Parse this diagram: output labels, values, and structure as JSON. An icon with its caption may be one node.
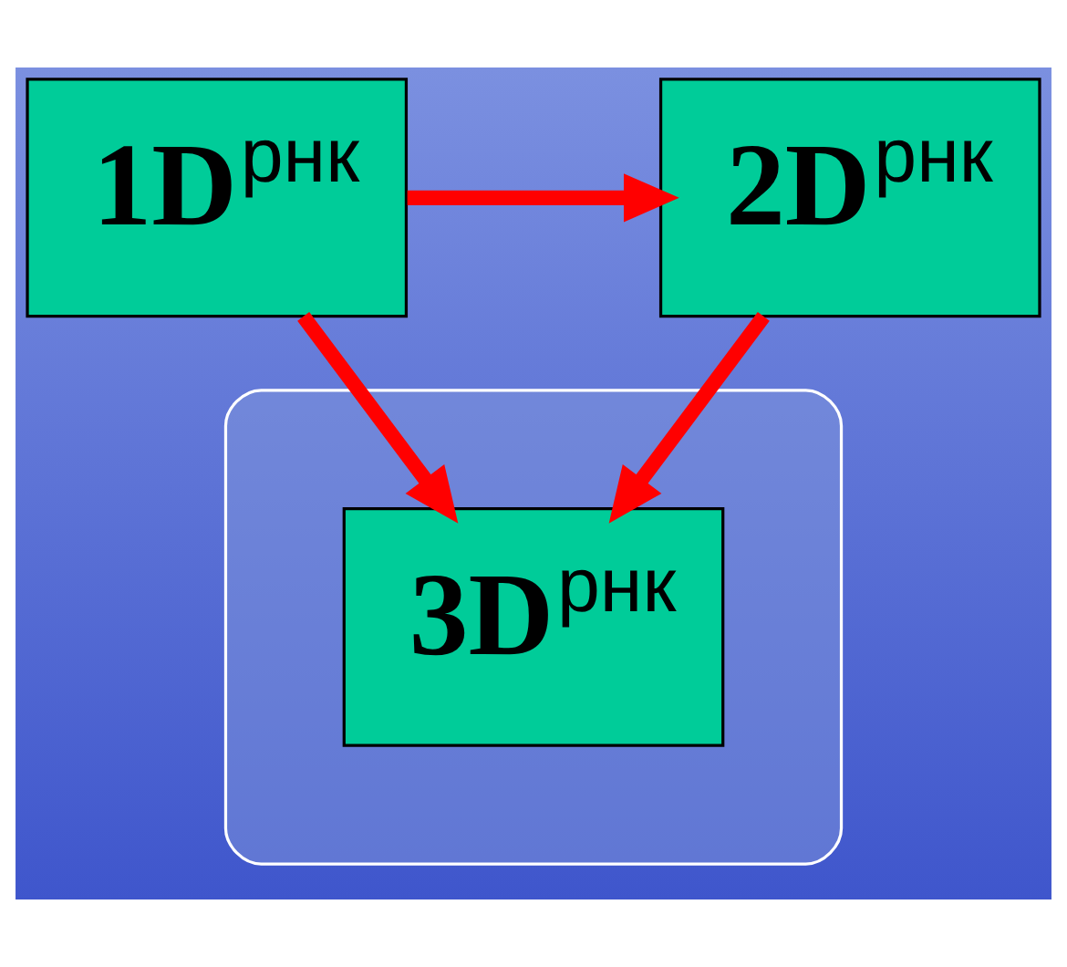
{
  "diagram": {
    "nodes": [
      {
        "text": [
          "1D$^{рнк}$"
        ]
      },
      {
        "text": [
          "2D$^{рнк}$"
        ]
      },
      {
        "text": [],
        "shape": "ellipse"
      },
      {
        "text": [
          "3D$^{рнк}$"
        ],
        "in": 2
      }
    ],
    "edges": [
      {
        "from": 0,
        "to": 1,
        "arrow": "to"
      },
      {
        "from": 0,
        "to": 3,
        "arrow": "to"
      },
      {
        "from": 1,
        "to": 3,
        "arrow": "to"
      }
    ]
  }
}
